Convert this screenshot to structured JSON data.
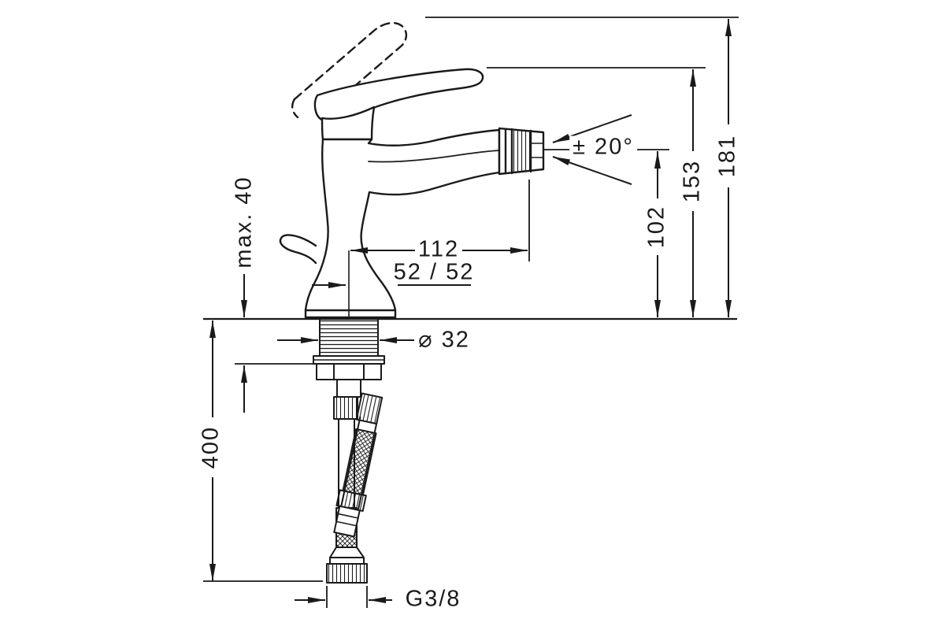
{
  "page": {
    "background": "#ffffff",
    "line_color": "#1a1a1a"
  },
  "drawing": {
    "type": "faucet-installation-dimension-drawing",
    "labels": {
      "height_total": "181",
      "height_spout_top": "153",
      "height_outlet": "102",
      "swivel_angle": "± 20°",
      "reach": "112",
      "center_offset": "52 / 52",
      "max_mounting_thickness": "max. 40",
      "tail_diameter": "⌀ 32",
      "hose_length": "400",
      "thread": "G3/8"
    }
  }
}
